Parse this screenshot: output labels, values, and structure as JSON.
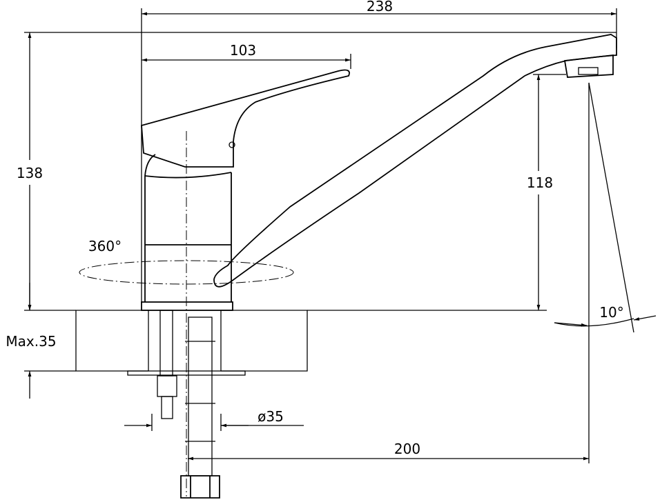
{
  "drawing": {
    "title": "Single-lever kitchen faucet dimensions",
    "dimensions": {
      "overall_length": "238",
      "handle_length": "103",
      "overall_height": "138",
      "spout_height": "118",
      "rotation": "360°",
      "spout_angle": "10°",
      "max_counter_thickness": "Max.35",
      "hole_diameter": "ø35",
      "spout_reach": "200"
    },
    "colors": {
      "line": "#000000",
      "background": "#ffffff"
    }
  }
}
